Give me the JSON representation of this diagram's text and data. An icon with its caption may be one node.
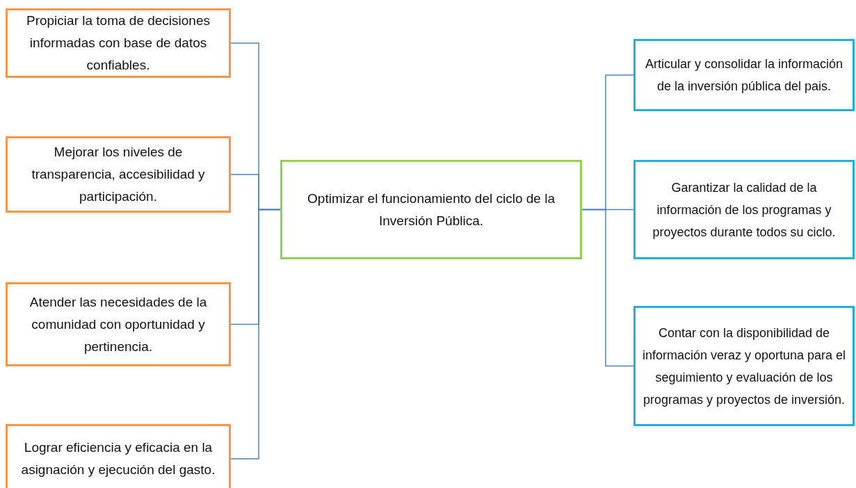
{
  "diagram": {
    "nodes": [
      {
        "text": [
          "Propiciar la toma de decisiones informadas con base de datos confiables."
        ]
      },
      {
        "text": [
          "Mejorar los niveles de transparencia, accesibilidad y participación."
        ]
      },
      {
        "text": [
          "Atender las necesidades de la comunidad con oportunidad y pertinencia."
        ]
      },
      {
        "text": [
          "Lograr eficiencia y eficacia en la asignación y ejecución del gasto."
        ]
      },
      {
        "text": [
          "Optimizar el funcionamiento del ciclo de la Inversión Pública."
        ]
      },
      {
        "text": [
          "Articular y consolidar la información de la inversión pública del pais."
        ]
      },
      {
        "text": [
          "Garantizar la calidad de la información de los programas y proyectos durante todos su ciclo."
        ]
      },
      {
        "text": [
          "Contar con la disponibilidad de información veraz y oportuna para el seguimiento y evaluación  de los programas y proyectos de inversión."
        ]
      }
    ],
    "edges": [
      {
        "from": 4,
        "to": 0,
        "arrow": "none"
      },
      {
        "from": 4,
        "to": 1,
        "arrow": "none"
      },
      {
        "from": 4,
        "to": 2,
        "arrow": "none"
      },
      {
        "from": 4,
        "to": 3,
        "arrow": "none"
      },
      {
        "from": 4,
        "to": 5,
        "arrow": "none"
      },
      {
        "from": 4,
        "to": 6,
        "arrow": "none"
      },
      {
        "from": 4,
        "to": 7,
        "arrow": "none"
      }
    ]
  }
}
